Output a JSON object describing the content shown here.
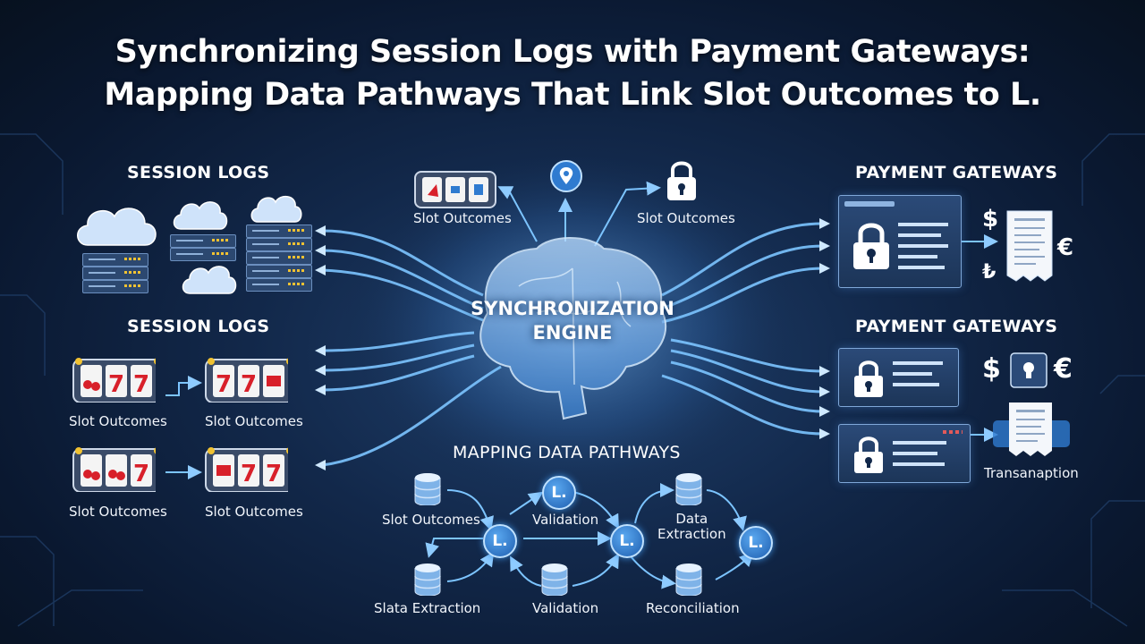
{
  "title": {
    "line1": "Synchronizing Session Logs with Payment Gateways:",
    "line2": "Mapping Data Pathways That Link Slot Outcomes to L."
  },
  "left": {
    "heading_top": "SESSION LOGS",
    "heading_bottom": "SESSION LOGS",
    "slot_labels": [
      "Slot Outcomes",
      "Slot Outcomes",
      "Slot Outcomes",
      "Slot Outcomes"
    ]
  },
  "top_center": {
    "slot_label": "Slot Outcomes",
    "lock_label": "Slot Outcomes"
  },
  "engine": {
    "label_line1": "SYNCHRONIZATION",
    "label_line2": "ENGINE"
  },
  "right": {
    "heading_top": "PAYMENT GATEWAYS",
    "heading_bottom": "PAYMENT GATEWAYS",
    "currency_dollar": "$",
    "currency_euro": "€",
    "currency_other": "₺",
    "transaction_label": "Transanaption"
  },
  "mapping": {
    "heading": "MAPPING DATA PATHWAYS",
    "node_glyph": "L.",
    "labels": {
      "slot_outcomes": "Slot Outcomes",
      "validation_top": "Validation",
      "data_extraction": "Data\nExtraction",
      "slata_extraction": "Slata Extraction",
      "validation_bottom": "Validation",
      "reconciliation": "Reconciliation"
    }
  },
  "colors": {
    "background": "#0a1830",
    "flow_line": "#7cc4ff",
    "node_fill": "#2f7bd0",
    "accent_gold": "#f1c232",
    "slot_red": "#d8202a"
  },
  "icons": [
    "cloud-icon",
    "server-icon",
    "slot-machine-icon",
    "location-pin-icon",
    "padlock-icon",
    "brain-icon",
    "database-icon",
    "receipt-icon",
    "browser-window-icon"
  ]
}
